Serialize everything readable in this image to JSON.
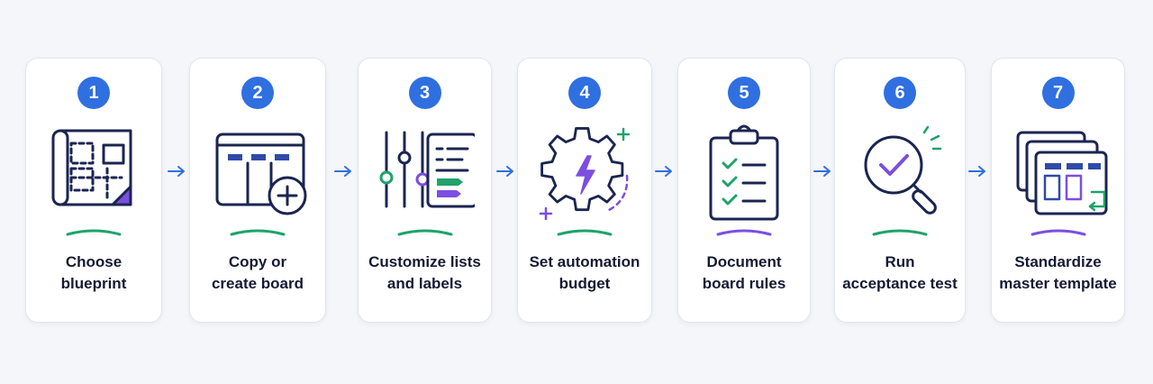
{
  "colors": {
    "badge": "#2f6fe0",
    "navy": "#1b2550",
    "purple": "#7b4fe0",
    "green": "#1fa36a",
    "arrow": "#2f6fe0",
    "background": "#f4f6f9"
  },
  "steps": [
    {
      "number": "1",
      "line1": "Choose",
      "line2": "blueprint",
      "icon": "blueprint-icon",
      "underline": "green"
    },
    {
      "number": "2",
      "line1": "Copy or",
      "line2": "create board",
      "icon": "board-add-icon",
      "underline": "green"
    },
    {
      "number": "3",
      "line1": "Customize lists",
      "line2": "and labels",
      "icon": "sliders-labels-icon",
      "underline": "green"
    },
    {
      "number": "4",
      "line1": "Set automation",
      "line2": "budget",
      "icon": "gear-bolt-icon",
      "underline": "green"
    },
    {
      "number": "5",
      "line1": "Document",
      "line2": "board rules",
      "icon": "clipboard-checklist-icon",
      "underline": "purple"
    },
    {
      "number": "6",
      "line1": "Run",
      "line2": "acceptance test",
      "icon": "magnifier-check-icon",
      "underline": "green"
    },
    {
      "number": "7",
      "line1": "Standardize",
      "line2": "master template",
      "icon": "stacked-templates-icon",
      "underline": "purple"
    }
  ]
}
